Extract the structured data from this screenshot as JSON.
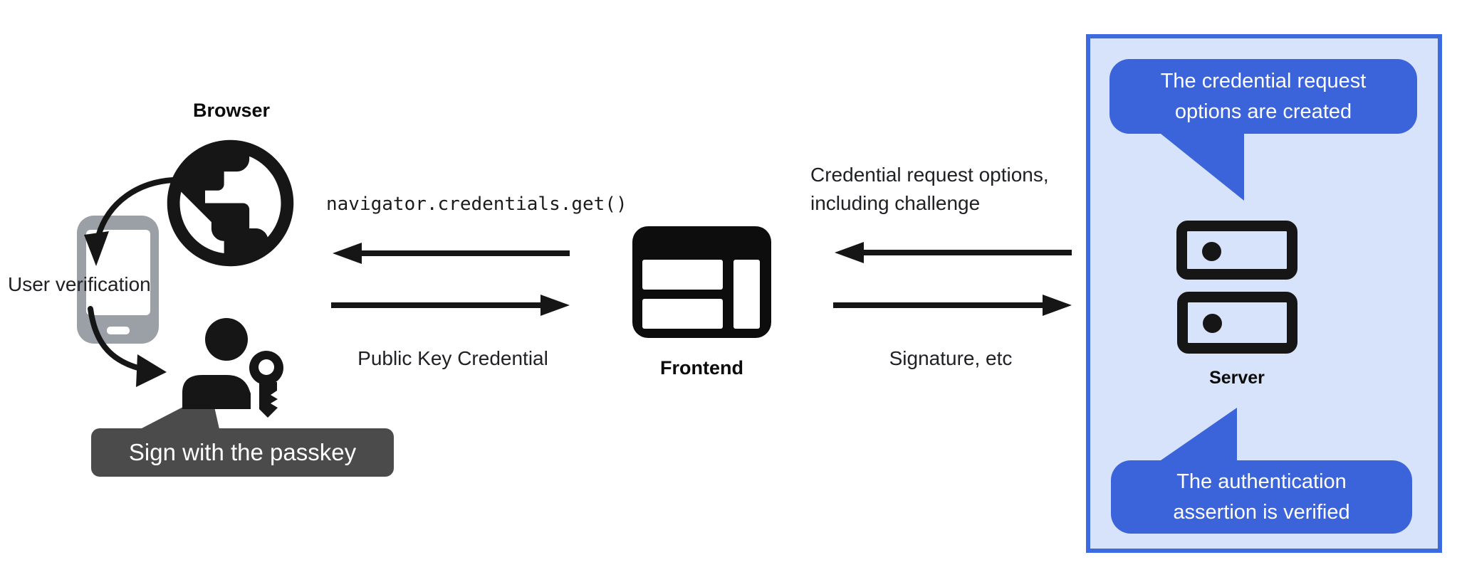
{
  "nodes": {
    "browser": {
      "label": "Browser"
    },
    "frontend": {
      "label": "Frontend"
    },
    "server": {
      "label": "Server"
    }
  },
  "annotations": {
    "user_verification": "User verification",
    "sign_with_passkey": "Sign with the passkey"
  },
  "messages": {
    "frontend_to_browser": "navigator.credentials.get()",
    "browser_to_frontend": "Public Key Credential",
    "server_to_frontend": [
      "Credential request options,",
      "including challenge"
    ],
    "frontend_to_server": "Signature, etc"
  },
  "server_callouts": {
    "top": [
      "The credential request",
      "options are created"
    ],
    "bottom": [
      "The authentication",
      "assertion is verified"
    ]
  },
  "colors": {
    "bubble_blue": "#3B63DA",
    "panel_border_blue": "#3E6AE1",
    "panel_bg": "#D7E2FB",
    "tooltip_gray": "#4B4B4B",
    "phone_gray": "#9AA0A6",
    "ink": "#161616"
  }
}
